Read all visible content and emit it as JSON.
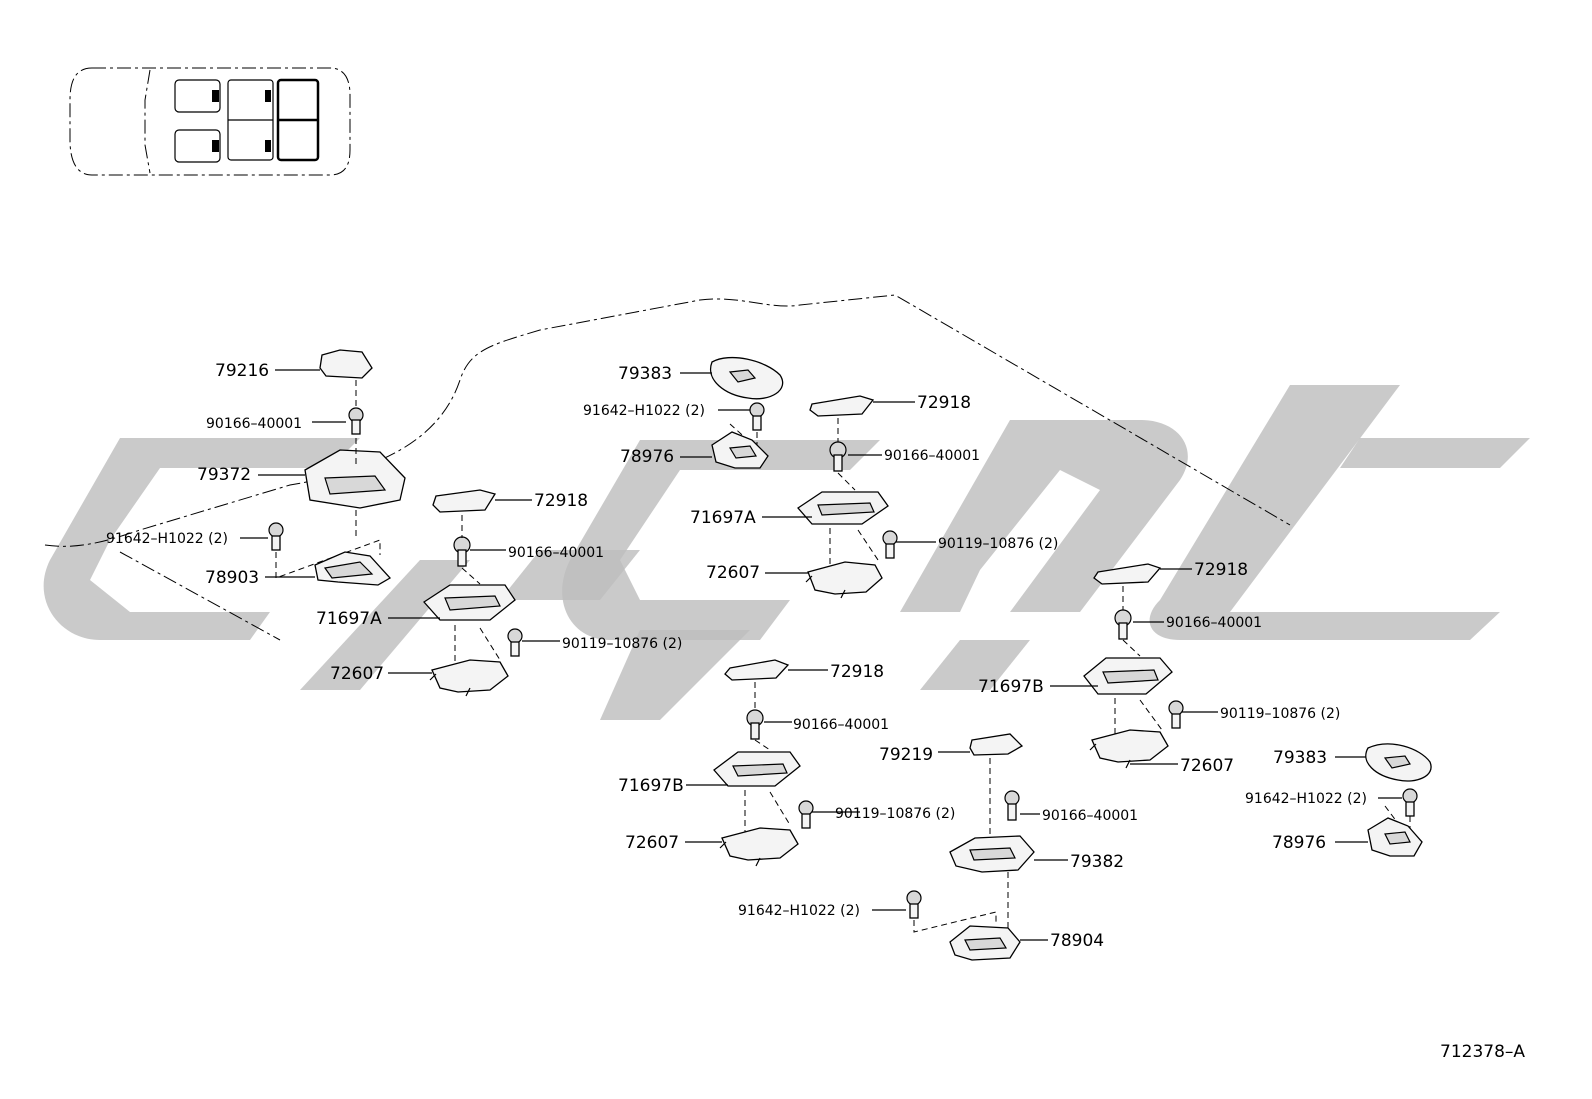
{
  "diagram": {
    "drawing_number": "712378–A",
    "callouts": [
      {
        "id": "c1",
        "text": "79216"
      },
      {
        "id": "c2",
        "text": "90166–40001"
      },
      {
        "id": "c3",
        "text": "79372"
      },
      {
        "id": "c4",
        "text": "91642–H1022 (2)"
      },
      {
        "id": "c5",
        "text": "78903"
      },
      {
        "id": "c6",
        "text": "72918"
      },
      {
        "id": "c7",
        "text": "90166–40001"
      },
      {
        "id": "c8",
        "text": "71697A"
      },
      {
        "id": "c9",
        "text": "90119–10876 (2)"
      },
      {
        "id": "c10",
        "text": "72607"
      },
      {
        "id": "c11",
        "text": "79383"
      },
      {
        "id": "c12",
        "text": "91642–H1022 (2)"
      },
      {
        "id": "c13",
        "text": "78976"
      },
      {
        "id": "c14",
        "text": "72918"
      },
      {
        "id": "c15",
        "text": "90166–40001"
      },
      {
        "id": "c16",
        "text": "71697A"
      },
      {
        "id": "c17",
        "text": "90119–10876 (2)"
      },
      {
        "id": "c18",
        "text": "72607"
      },
      {
        "id": "c19",
        "text": "72918"
      },
      {
        "id": "c20",
        "text": "90166–40001"
      },
      {
        "id": "c21",
        "text": "71697B"
      },
      {
        "id": "c22",
        "text": "90119–10876 (2)"
      },
      {
        "id": "c23",
        "text": "72607"
      },
      {
        "id": "c24",
        "text": "79219"
      },
      {
        "id": "c25",
        "text": "90166–40001"
      },
      {
        "id": "c26",
        "text": "79382"
      },
      {
        "id": "c27",
        "text": "91642–H1022 (2)"
      },
      {
        "id": "c28",
        "text": "78904"
      },
      {
        "id": "c29",
        "text": "72918"
      },
      {
        "id": "c30",
        "text": "90166–40001"
      },
      {
        "id": "c31",
        "text": "71697B"
      },
      {
        "id": "c32",
        "text": "90119–10876 (2)"
      },
      {
        "id": "c33",
        "text": "72607"
      },
      {
        "id": "c34",
        "text": "79383"
      },
      {
        "id": "c35",
        "text": "91642–H1022 (2)"
      },
      {
        "id": "c36",
        "text": "78976"
      }
    ]
  },
  "colors": {
    "watermark": "#bdbdbd",
    "line": "#000000",
    "part_fill": "#f4f4f4"
  }
}
